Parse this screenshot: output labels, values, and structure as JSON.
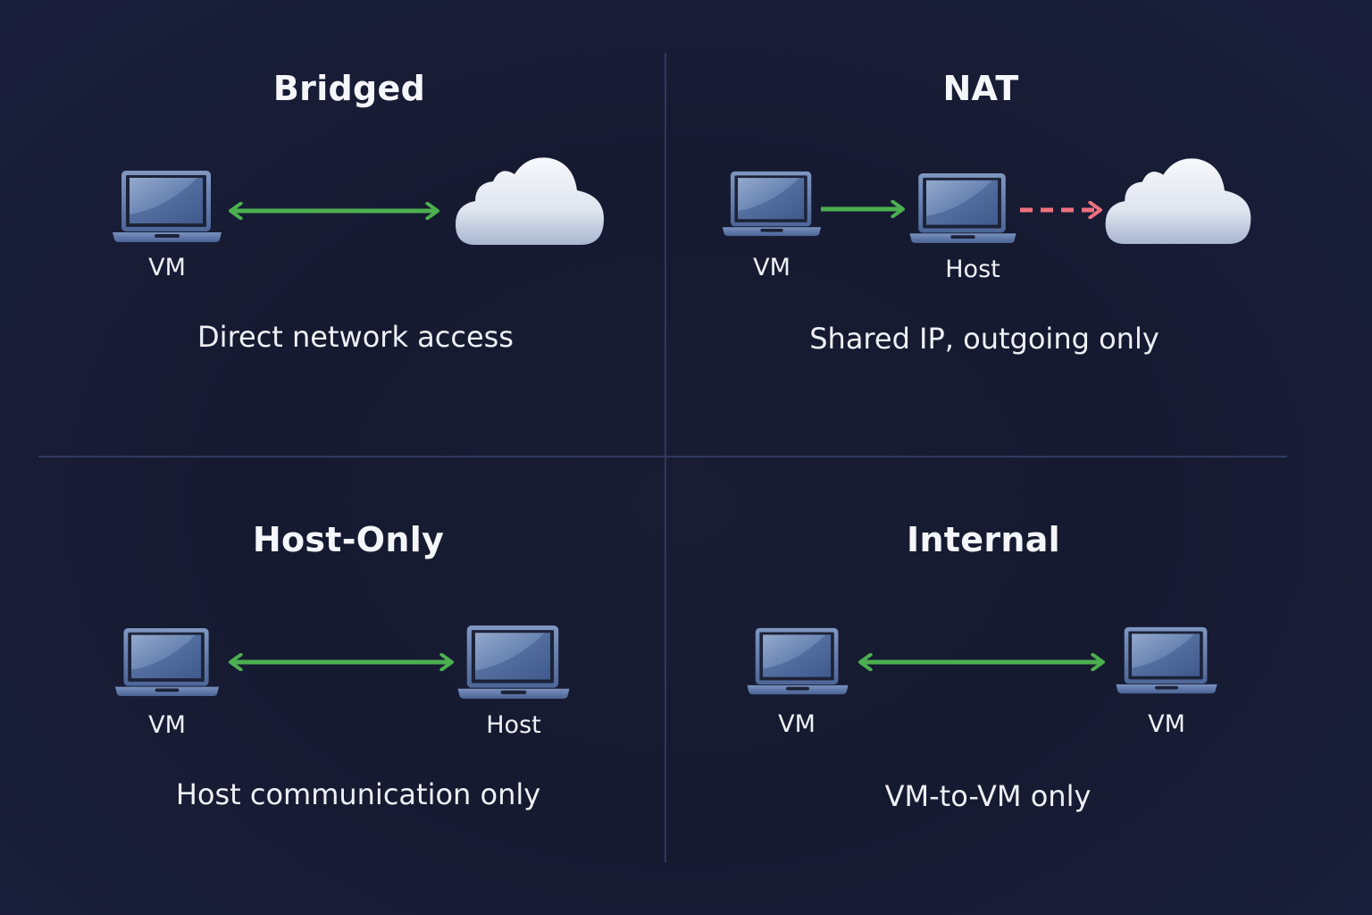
{
  "colors": {
    "background": "#171c33",
    "divider": "#2f3a60",
    "bidirectional_arrow": "#4caf50",
    "outgoing_arrow": "#4caf50",
    "blocked_dashed_arrow": "#f07080",
    "laptop": "#5d79ab",
    "cloud": "#e9edf5"
  },
  "panels": {
    "bridged": {
      "title": "Bridged",
      "caption": "Direct network access",
      "nodes": [
        {
          "icon": "laptop-icon",
          "label": "VM"
        },
        {
          "icon": "cloud-icon",
          "label": ""
        }
      ],
      "links": [
        {
          "type": "bidirectional",
          "style": "solid",
          "color": "green"
        }
      ]
    },
    "nat": {
      "title": "NAT",
      "caption": "Shared IP, outgoing only",
      "nodes": [
        {
          "icon": "laptop-icon",
          "label": "VM"
        },
        {
          "icon": "laptop-icon",
          "label": "Host"
        },
        {
          "icon": "cloud-icon",
          "label": ""
        }
      ],
      "links": [
        {
          "type": "one-way",
          "style": "solid",
          "color": "green"
        },
        {
          "type": "one-way",
          "style": "dashed",
          "color": "red"
        }
      ]
    },
    "host_only": {
      "title": "Host-Only",
      "caption": "Host communication only",
      "nodes": [
        {
          "icon": "laptop-icon",
          "label": "VM"
        },
        {
          "icon": "laptop-icon",
          "label": "Host"
        }
      ],
      "links": [
        {
          "type": "bidirectional",
          "style": "solid",
          "color": "green"
        }
      ]
    },
    "internal": {
      "title": "Internal",
      "caption": "VM-to-VM only",
      "nodes": [
        {
          "icon": "laptop-icon",
          "label": "VM"
        },
        {
          "icon": "laptop-icon",
          "label": "VM"
        }
      ],
      "links": [
        {
          "type": "bidirectional",
          "style": "solid",
          "color": "green"
        }
      ]
    }
  }
}
